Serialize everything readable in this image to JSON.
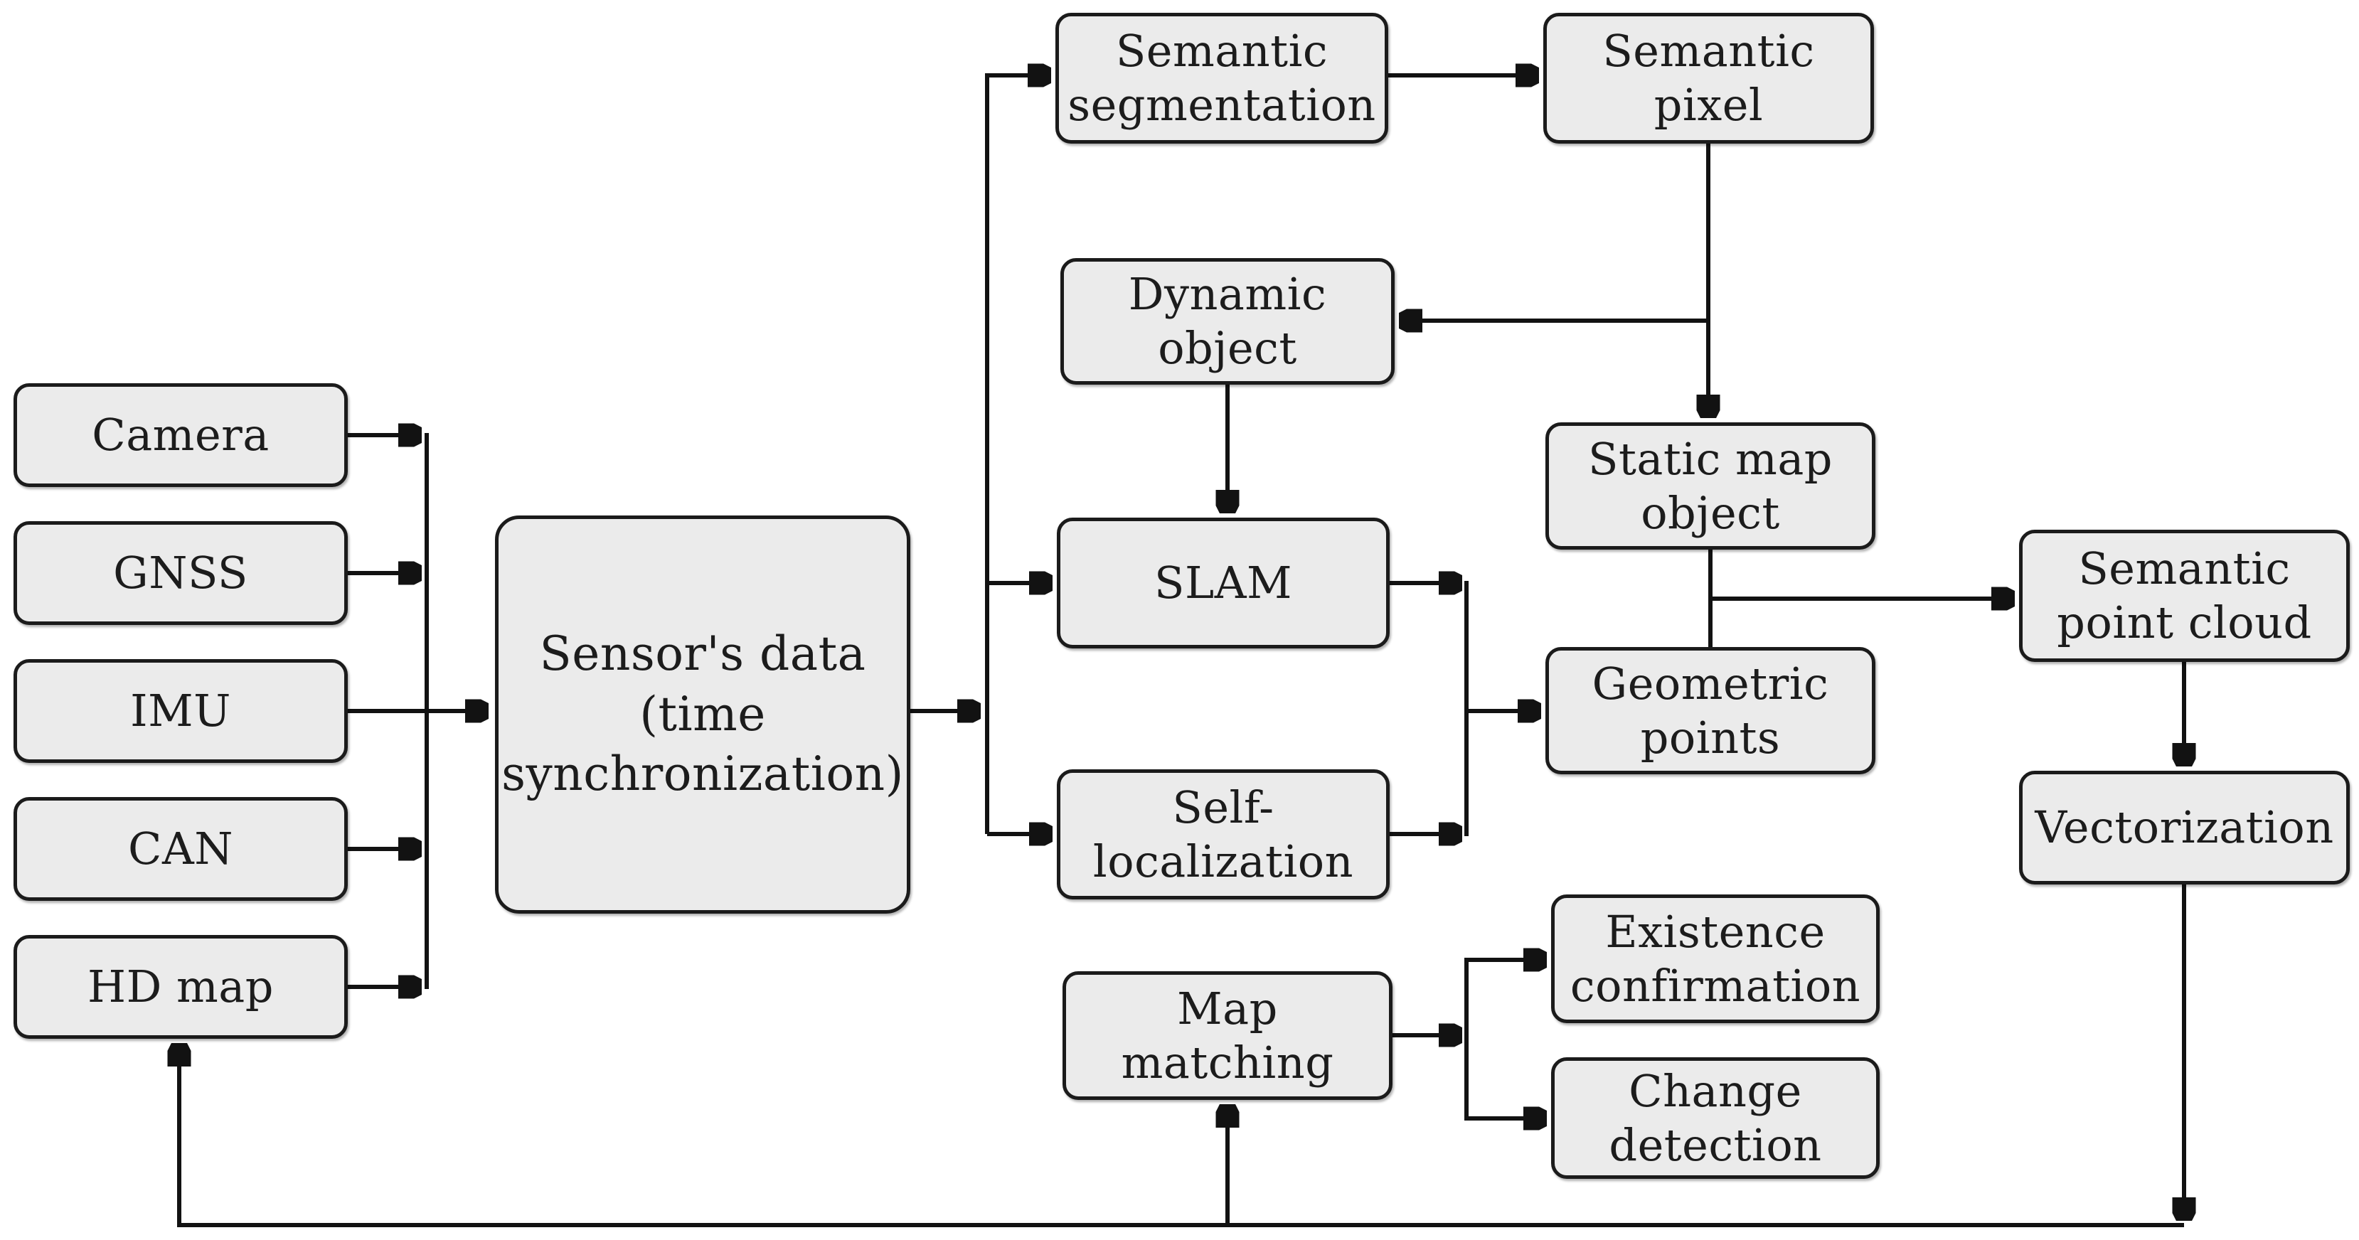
{
  "diagram": {
    "background_color": "#ffffff",
    "box_fill_color": "#ebebeb",
    "box_border_color": "#1b1b1b",
    "line_color": "#121212",
    "text_color": "#1c1c1c",
    "nodes": {
      "camera": {
        "label": "Camera"
      },
      "gnss": {
        "label": "GNSS"
      },
      "imu": {
        "label": "IMU"
      },
      "can": {
        "label": "CAN"
      },
      "hdmap": {
        "label": "HD map"
      },
      "sensor": {
        "label": "Sensor's data\n(time\nsynchronization)"
      },
      "semseg": {
        "label": "Semantic\nsegmentation"
      },
      "sempixel": {
        "label": "Semantic\npixel"
      },
      "dynobj": {
        "label": "Dynamic\nobject"
      },
      "slam": {
        "label": "SLAM"
      },
      "selfloc": {
        "label": "Self-\nlocalization"
      },
      "staticmap": {
        "label": "Static map\nobject"
      },
      "geopoints": {
        "label": "Geometric\npoints"
      },
      "sempointcloud": {
        "label": "Semantic\npoint cloud"
      },
      "vectorization": {
        "label": "Vectorization"
      },
      "mapmatching": {
        "label": "Map\nmatching"
      },
      "existconf": {
        "label": "Existence\nconfirmation"
      },
      "changedet": {
        "label": "Change\ndetection"
      }
    },
    "edges": [
      {
        "from": "camera",
        "to": "sensor"
      },
      {
        "from": "gnss",
        "to": "sensor"
      },
      {
        "from": "imu",
        "to": "sensor"
      },
      {
        "from": "can",
        "to": "sensor"
      },
      {
        "from": "hdmap",
        "to": "sensor"
      },
      {
        "from": "sensor",
        "to": "semseg"
      },
      {
        "from": "sensor",
        "to": "slam"
      },
      {
        "from": "sensor",
        "to": "selfloc"
      },
      {
        "from": "semseg",
        "to": "sempixel"
      },
      {
        "from": "sempixel",
        "to": "dynobj"
      },
      {
        "from": "sempixel",
        "to": "staticmap"
      },
      {
        "from": "dynobj",
        "to": "slam"
      },
      {
        "from": "staticmap",
        "to": "sempointcloud"
      },
      {
        "from": "staticmap",
        "to": "geopoints"
      },
      {
        "from": "slam",
        "to": "geopoints"
      },
      {
        "from": "selfloc",
        "to": "geopoints"
      },
      {
        "from": "sempointcloud",
        "to": "vectorization"
      },
      {
        "from": "vectorization",
        "to": "hdmap"
      },
      {
        "from": "vectorization",
        "to": "mapmatching"
      },
      {
        "from": "mapmatching",
        "to": "existconf"
      },
      {
        "from": "mapmatching",
        "to": "changedet"
      }
    ]
  }
}
